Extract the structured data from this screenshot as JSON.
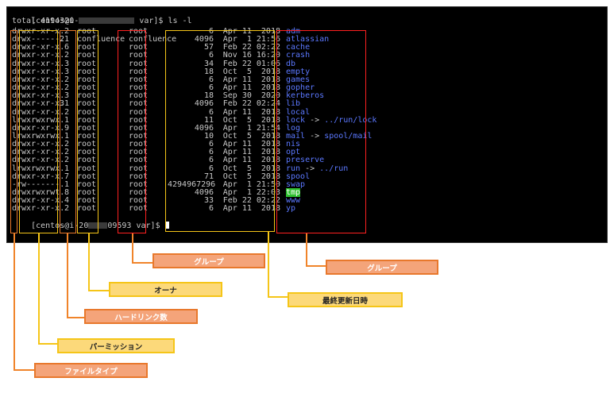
{
  "prompt": {
    "user": "[centos@i-",
    "cmd": "var]$ ls -l",
    "final_user": "[centos@i-20",
    "final_id": "09593",
    "final_cmd": "var]$ "
  },
  "total": "total 4194320",
  "rows": [
    {
      "perm": "drwxr-xr-x.",
      "links": "2",
      "owner": "root",
      "group": "root",
      "size": "6",
      "date": "Apr 11  2018",
      "name": "adm",
      "hl": false
    },
    {
      "perm": "drwx------.",
      "links": "21",
      "owner": "confluence",
      "group": "confluence",
      "size": "4096",
      "date": "Apr  1 21:56",
      "name": "atlassian",
      "hl": false
    },
    {
      "perm": "drwxr-xr-x.",
      "links": "6",
      "owner": "root",
      "group": "root",
      "size": "57",
      "date": "Feb 22 02:22",
      "name": "cache",
      "hl": false
    },
    {
      "perm": "drwxr-xr-x.",
      "links": "2",
      "owner": "root",
      "group": "root",
      "size": "6",
      "date": "Nov 16 16:20",
      "name": "crash",
      "hl": false
    },
    {
      "perm": "drwxr-xr-x.",
      "links": "3",
      "owner": "root",
      "group": "root",
      "size": "34",
      "date": "Feb 22 01:06",
      "name": "db",
      "hl": false
    },
    {
      "perm": "drwxr-xr-x.",
      "links": "3",
      "owner": "root",
      "group": "root",
      "size": "18",
      "date": "Oct  5  2018",
      "name": "empty",
      "hl": false
    },
    {
      "perm": "drwxr-xr-x.",
      "links": "2",
      "owner": "root",
      "group": "root",
      "size": "6",
      "date": "Apr 11  2018",
      "name": "games",
      "hl": false
    },
    {
      "perm": "drwxr-xr-x.",
      "links": "2",
      "owner": "root",
      "group": "root",
      "size": "6",
      "date": "Apr 11  2018",
      "name": "gopher",
      "hl": false
    },
    {
      "perm": "drwxr-xr-x.",
      "links": "3",
      "owner": "root",
      "group": "root",
      "size": "18",
      "date": "Sep 30  2020",
      "name": "kerberos",
      "hl": false
    },
    {
      "perm": "drwxr-xr-x.",
      "links": "31",
      "owner": "root",
      "group": "root",
      "size": "4096",
      "date": "Feb 22 02:24",
      "name": "lib",
      "hl": false
    },
    {
      "perm": "drwxr-xr-x.",
      "links": "2",
      "owner": "root",
      "group": "root",
      "size": "6",
      "date": "Apr 11  2018",
      "name": "local",
      "hl": false
    },
    {
      "perm": "lrwxrwxrwx.",
      "links": "1",
      "owner": "root",
      "group": "root",
      "size": "11",
      "date": "Oct  5  2018",
      "name": "lock",
      "hl": false,
      "arrow": " -> ",
      "target": "../run/lock"
    },
    {
      "perm": "drwxr-xr-x.",
      "links": "9",
      "owner": "root",
      "group": "root",
      "size": "4096",
      "date": "Apr  1 21:54",
      "name": "log",
      "hl": false
    },
    {
      "perm": "lrwxrwxrwx.",
      "links": "1",
      "owner": "root",
      "group": "root",
      "size": "10",
      "date": "Oct  5  2018",
      "name": "mail",
      "hl": false,
      "arrow": " -> ",
      "target": "spool/mail"
    },
    {
      "perm": "drwxr-xr-x.",
      "links": "2",
      "owner": "root",
      "group": "root",
      "size": "6",
      "date": "Apr 11  2018",
      "name": "nis",
      "hl": false
    },
    {
      "perm": "drwxr-xr-x.",
      "links": "2",
      "owner": "root",
      "group": "root",
      "size": "6",
      "date": "Apr 11  2018",
      "name": "opt",
      "hl": false
    },
    {
      "perm": "drwxr-xr-x.",
      "links": "2",
      "owner": "root",
      "group": "root",
      "size": "6",
      "date": "Apr 11  2018",
      "name": "preserve",
      "hl": false
    },
    {
      "perm": "lrwxrwxrwx.",
      "links": "1",
      "owner": "root",
      "group": "root",
      "size": "6",
      "date": "Oct  5  2018",
      "name": "run",
      "hl": false,
      "arrow": " -> ",
      "target": "../run"
    },
    {
      "perm": "drwxr-xr-x.",
      "links": "7",
      "owner": "root",
      "group": "root",
      "size": "71",
      "date": "Oct  5  2018",
      "name": "spool",
      "hl": false
    },
    {
      "perm": "-rw-------.",
      "links": "1",
      "owner": "root",
      "group": "root",
      "size": "4294967296",
      "date": "Apr  1 21:50",
      "name": "swap",
      "hl": false
    },
    {
      "perm": "drwxrwxrwt.",
      "links": "8",
      "owner": "root",
      "group": "root",
      "size": "4096",
      "date": "Apr  1 22:03",
      "name": "tmp",
      "hl": true
    },
    {
      "perm": "drwxr-xr-x.",
      "links": "4",
      "owner": "root",
      "group": "root",
      "size": "33",
      "date": "Feb 22 02:22",
      "name": "www",
      "hl": false
    },
    {
      "perm": "drwxr-xr-x.",
      "links": "2",
      "owner": "root",
      "group": "root",
      "size": "6",
      "date": "Apr 11  2018",
      "name": "yp",
      "hl": false
    }
  ],
  "labels": {
    "group_col": "グループ",
    "group_right": "グループ",
    "owner": "オーナ",
    "mtime": "最終更新日時",
    "hardlinks": "ハードリンク数",
    "permission": "パーミッション",
    "filetype": "ファイルタイプ"
  },
  "colors": {
    "terminal_bg": "#000000",
    "terminal_text": "#c8c8c8",
    "dir_name": "#5b78ff",
    "tmp_highlight": "#2fbf30",
    "orange_label_fill": "#f4a47a",
    "orange_border": "#e8782c",
    "yellow_label_fill": "#fcd97a",
    "yellow_border": "#f5c518",
    "red_box": "#ff2020"
  }
}
